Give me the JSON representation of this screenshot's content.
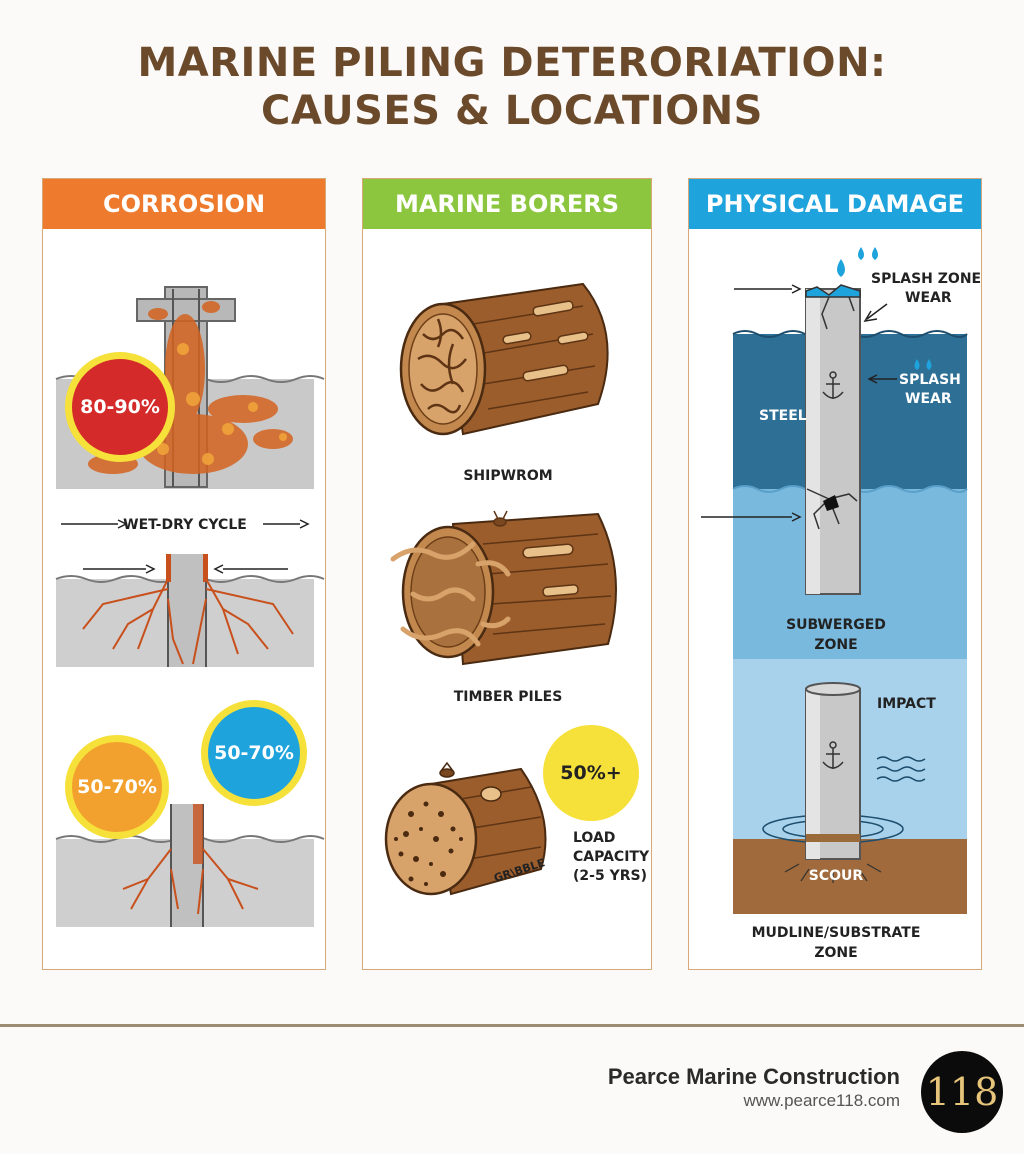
{
  "title": {
    "line1": "MARINE PILING DETERORIATION:",
    "line2": "CAUSES & LOCATIONS"
  },
  "colors": {
    "corrosion": "#ee7a2e",
    "borers": "#8cc63f",
    "physical": "#1fa3dc",
    "title": "#6b4a2b",
    "rust": "#c8501c",
    "wood": "#9b5d2c"
  },
  "corrosion": {
    "header": "CORROSION",
    "badge_top": "80-90%",
    "wet_dry": "WET-DRY CYCLE",
    "badge_left": "50-70%",
    "badge_right": "50-70%"
  },
  "borers": {
    "header": "MARINE BORERS",
    "shipworm": "SHIPWROM",
    "timber": "TIMBER PILES",
    "gribble": "GR\\BBLE",
    "badge": "50%+",
    "load_line1": "LOAD",
    "load_line2": "CAPACITY",
    "load_line3": "(2-5 YRS)"
  },
  "physical": {
    "header": "PHYSICAL DAMAGE",
    "splash1_line1": "SPLASH ZONE",
    "splash1_line2": "WEAR",
    "splash2_line1": "SPLASH",
    "splash2_line2": "WEAR",
    "steel": "STEEL",
    "submerged_line1": "SUBWERGED",
    "submerged_line2": "ZONE",
    "impact": "IMPACT",
    "scour": "SCOUR",
    "mudline_line1": "MUDLINE/SUBSTRATE",
    "mudline_line2": "ZONE"
  },
  "footer": {
    "company": "Pearce Marine Construction",
    "url": "www.pearce118.com",
    "logo": "118"
  }
}
